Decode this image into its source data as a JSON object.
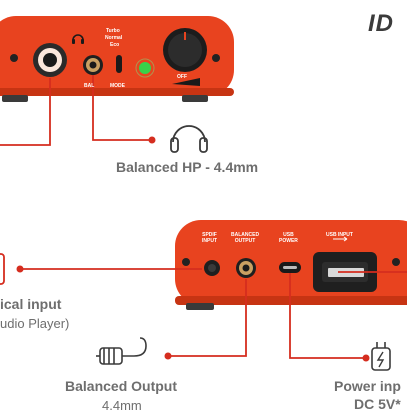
{
  "brand": {
    "logo_text": "ID"
  },
  "front_panel": {
    "gain_modes": [
      "Turbo",
      "Normal",
      "Eco"
    ],
    "bal_label": "BAL",
    "mode_label": "MODE",
    "off_label": "OFF"
  },
  "rear_panel": {
    "spdif_label": "SPDIF\nINPUT",
    "balanced_output_label": "BALANCED\nOUTPUT",
    "usb_power_label": "USB\nPOWER",
    "usb_input_label": "USB INPUT"
  },
  "callouts": {
    "balanced_hp": "Balanced HP - 4.4mm",
    "optical_input_title": "ical input",
    "optical_input_sub": "udio Player)",
    "balanced_output_title": "Balanced Output",
    "balanced_output_sub": "4.4mm",
    "power_input_title": "Power inp",
    "power_input_sub": "DC 5V*"
  },
  "colors": {
    "device_red": "#e8431f",
    "device_dark": "#c73413",
    "callout_line": "#d52d1f",
    "text_gray": "#6e6e6e",
    "led_green": "#38d14a"
  },
  "icons": {
    "headphones": "headphones-icon",
    "cable": "cable-icon",
    "power": "power-plug-icon"
  }
}
